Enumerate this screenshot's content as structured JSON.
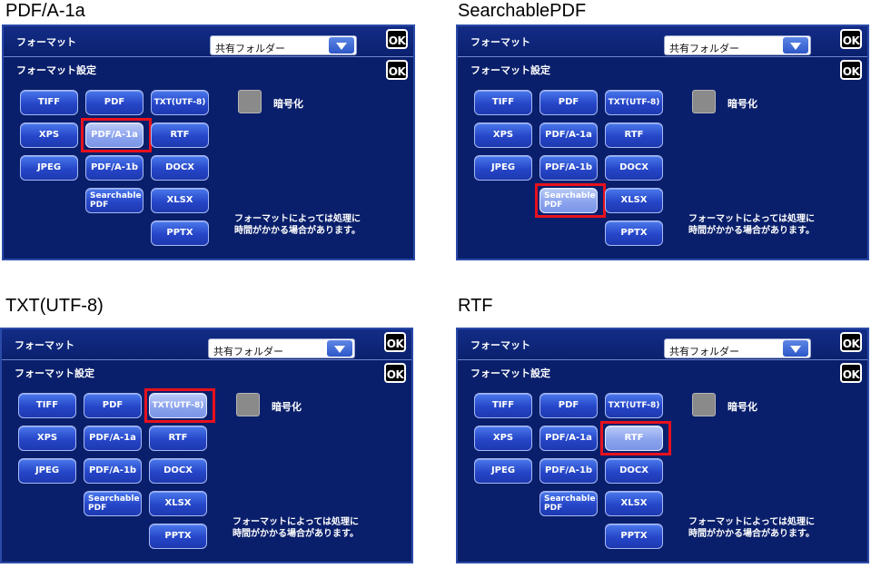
{
  "panels": [
    {
      "caption": "PDF/A-1a",
      "selected": "pdfa1a",
      "format_label": "フォーマット",
      "dropdown_value": "共有フォルダー",
      "ok_label": "OK",
      "settings_label": "フォーマット設定",
      "encrypt_label": "暗号化",
      "note_line1": "フォーマットによっては処理に",
      "note_line2": "時間がかかる場合があります。",
      "buttons": {
        "tiff": "TIFF",
        "pdf": "PDF",
        "txt": "TXT(UTF-8)",
        "xps": "XPS",
        "pdfa1a": "PDF/A-1a",
        "rtf": "RTF",
        "jpeg": "JPEG",
        "pdfa1b": "PDF/A-1b",
        "docx": "DOCX",
        "searchable_line1": "Searchable",
        "searchable_line2": "PDF",
        "xlsx": "XLSX",
        "pptx": "PPTX"
      }
    },
    {
      "caption": "SearchablePDF",
      "selected": "searchable",
      "format_label": "フォーマット",
      "dropdown_value": "共有フォルダー",
      "ok_label": "OK",
      "settings_label": "フォーマット設定",
      "encrypt_label": "暗号化",
      "note_line1": "フォーマットによっては処理に",
      "note_line2": "時間がかかる場合があります。",
      "buttons": {
        "tiff": "TIFF",
        "pdf": "PDF",
        "txt": "TXT(UTF-8)",
        "xps": "XPS",
        "pdfa1a": "PDF/A-1a",
        "rtf": "RTF",
        "jpeg": "JPEG",
        "pdfa1b": "PDF/A-1b",
        "docx": "DOCX",
        "searchable_line1": "Searchable",
        "searchable_line2": "PDF",
        "xlsx": "XLSX",
        "pptx": "PPTX"
      }
    },
    {
      "caption": "TXT(UTF-8)",
      "selected": "txt",
      "format_label": "フォーマット",
      "dropdown_value": "共有フォルダー",
      "ok_label": "OK",
      "settings_label": "フォーマット設定",
      "encrypt_label": "暗号化",
      "note_line1": "フォーマットによっては処理に",
      "note_line2": "時間がかかる場合があります。",
      "buttons": {
        "tiff": "TIFF",
        "pdf": "PDF",
        "txt": "TXT(UTF-8)",
        "xps": "XPS",
        "pdfa1a": "PDF/A-1a",
        "rtf": "RTF",
        "jpeg": "JPEG",
        "pdfa1b": "PDF/A-1b",
        "docx": "DOCX",
        "searchable_line1": "Searchable",
        "searchable_line2": "PDF",
        "xlsx": "XLSX",
        "pptx": "PPTX"
      }
    },
    {
      "caption": "RTF",
      "selected": "rtf",
      "format_label": "フォーマット",
      "dropdown_value": "共有フォルダー",
      "ok_label": "OK",
      "settings_label": "フォーマット設定",
      "encrypt_label": "暗号化",
      "note_line1": "フォーマットによっては処理に",
      "note_line2": "時間がかかる場合があります。",
      "buttons": {
        "tiff": "TIFF",
        "pdf": "PDF",
        "txt": "TXT(UTF-8)",
        "xps": "XPS",
        "pdfa1a": "PDF/A-1a",
        "rtf": "RTF",
        "jpeg": "JPEG",
        "pdfa1b": "PDF/A-1b",
        "docx": "DOCX",
        "searchable_line1": "Searchable",
        "searchable_line2": "PDF",
        "xlsx": "XLSX",
        "pptx": "PPTX"
      }
    }
  ],
  "colors": {
    "panel_bg": "#0c2272",
    "button_blue": "#2646c8",
    "button_selected": "#8ca4ee",
    "highlight_red": "#e8111c",
    "checkbox_gray": "#8a8a8a"
  },
  "icons": {
    "dropdown": "chevron-down-icon"
  }
}
